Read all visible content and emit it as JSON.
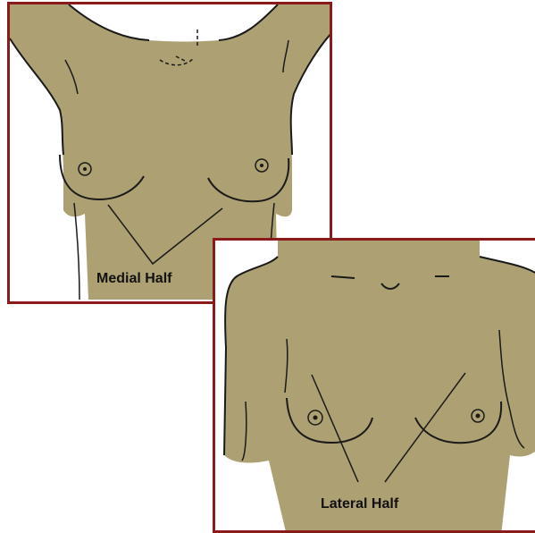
{
  "colors": {
    "skin": "#ada072",
    "outline": "#1a1a1a",
    "frame": "#8b1a1a",
    "background": "#ffffff"
  },
  "panels": [
    {
      "name": "medial-view",
      "label": "Medial Half"
    },
    {
      "name": "lateral-view",
      "label": "Lateral Half"
    }
  ]
}
